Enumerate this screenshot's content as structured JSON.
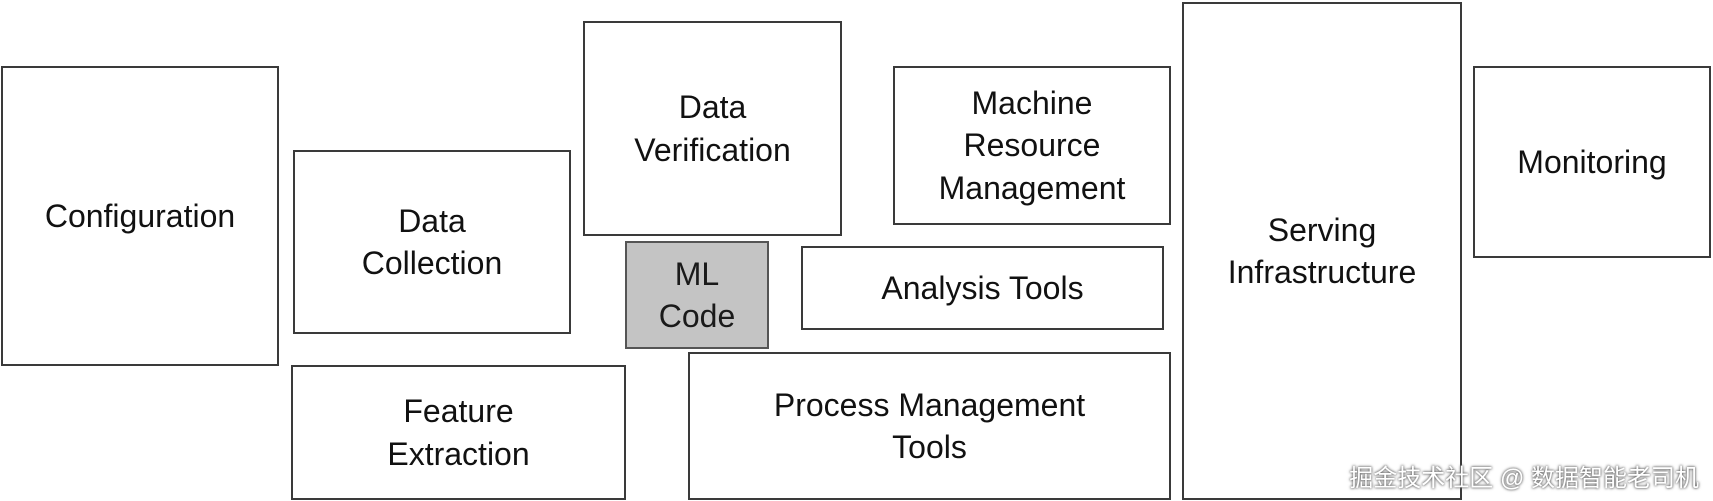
{
  "diagram": {
    "boxes": {
      "configuration": "Configuration",
      "data_collection": "Data\nCollection",
      "feature_extraction": "Feature\nExtraction",
      "data_verification": "Data\nVerification",
      "ml_code": "ML\nCode",
      "machine_resource_management": "Machine\nResource\nManagement",
      "analysis_tools": "Analysis Tools",
      "process_management_tools": "Process Management\nTools",
      "serving_infrastructure": "Serving\nInfrastructure",
      "monitoring": "Monitoring"
    },
    "colors": {
      "border": "#3a3a3a",
      "box_fill": "#ffffff",
      "highlight_fill": "#c4c4c4"
    }
  },
  "watermark": "掘金技术社区 @ 数据智能老司机"
}
